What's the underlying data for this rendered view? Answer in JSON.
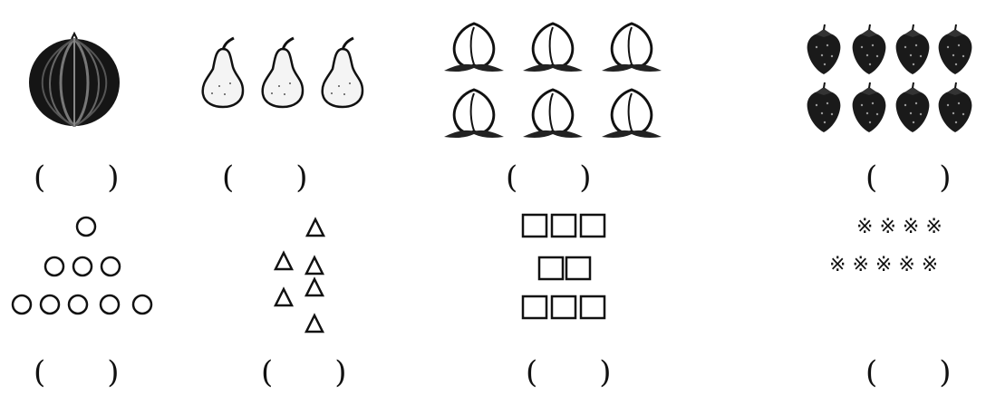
{
  "worksheet": {
    "answer_blank": "(　　)",
    "star_symbol": "※",
    "rows": [
      {
        "items": [
          {
            "icon": "watermelon-icon",
            "count": 1
          },
          {
            "icon": "pear-icon",
            "count": 3
          },
          {
            "icon": "peach-icon",
            "count": 6
          },
          {
            "icon": "strawberry-icon",
            "count": 8
          }
        ]
      },
      {
        "items": [
          {
            "icon": "circle-icon",
            "count": 9
          },
          {
            "icon": "triangle-icon",
            "count": 6
          },
          {
            "icon": "square-icon",
            "count": 8
          },
          {
            "icon": "star-mark-icon",
            "count": 9
          }
        ]
      }
    ]
  }
}
